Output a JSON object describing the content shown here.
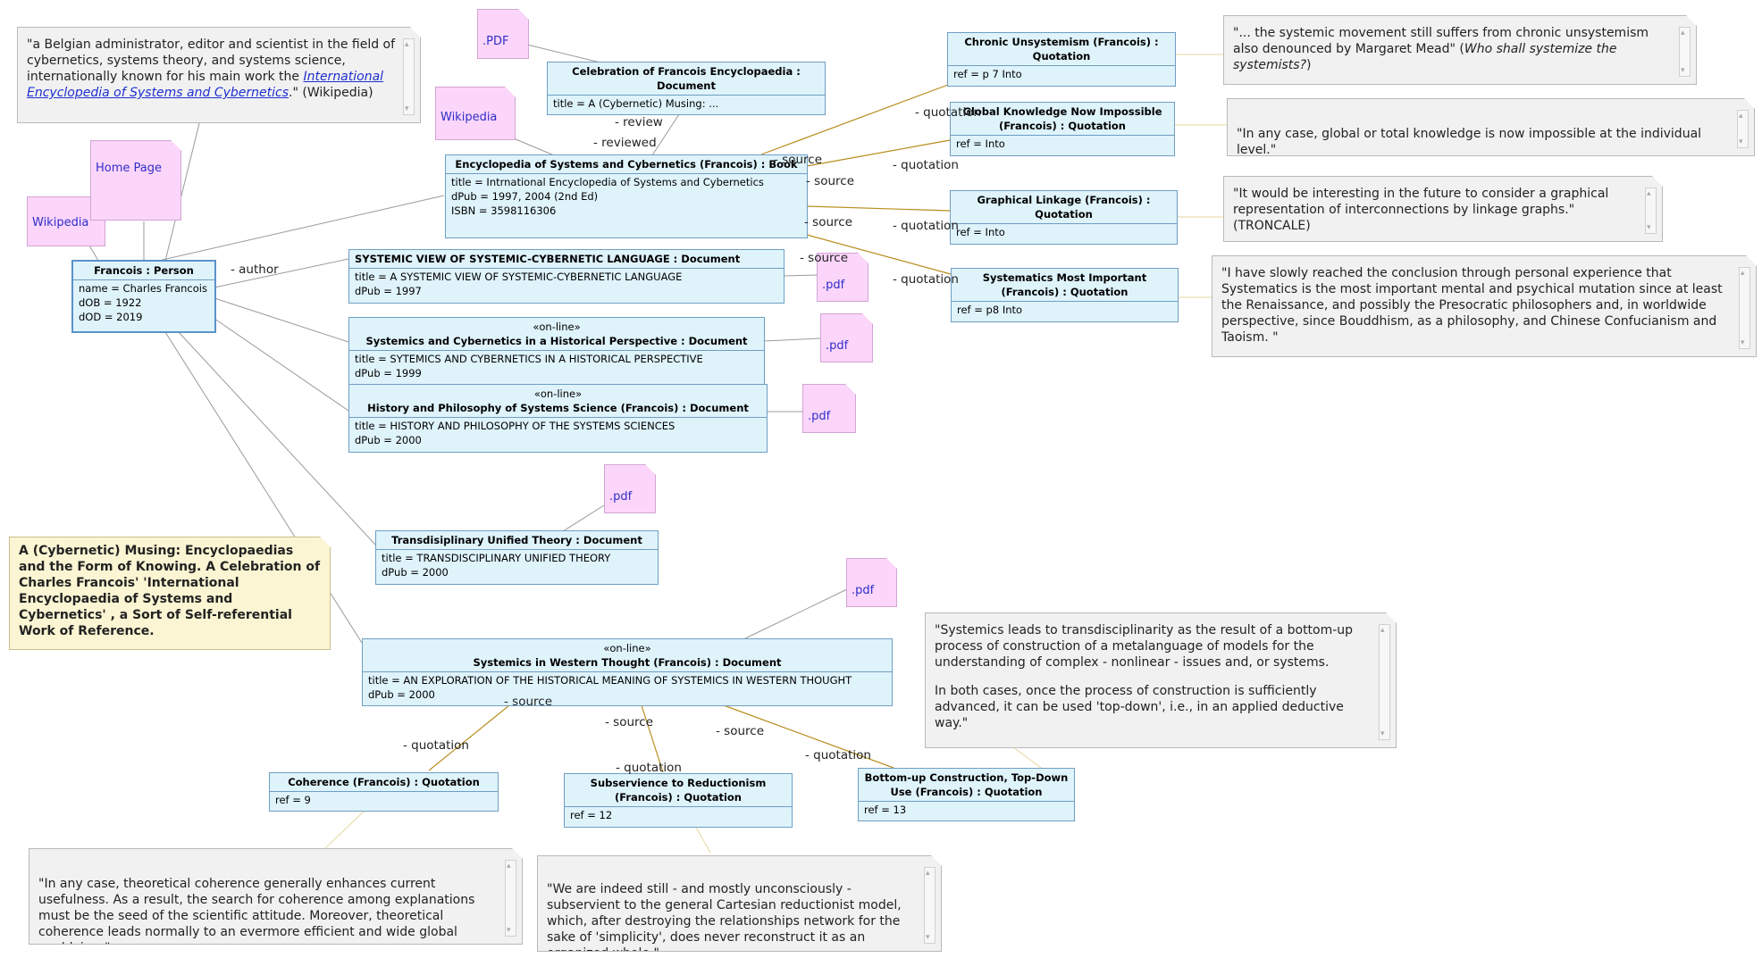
{
  "classes": {
    "person": {
      "title": "Francois : Person",
      "attrs": [
        "name = Charles Francois",
        "dOB = 1922",
        "dOD = 2019"
      ]
    },
    "celebration": {
      "title": "Celebration of Francois Encyclopaedia : Document",
      "attrs": [
        "title = A (Cybernetic) Musing: ..."
      ]
    },
    "encyclopedia": {
      "title": "Encyclopedia of Systems and Cybernetics (Francois) : Book",
      "attrs": [
        "title = Intrnational Encyclopedia of Systems and Cybernetics",
        "dPub = 1997, 2004 (2nd Ed)",
        "ISBN = 3598116306"
      ]
    },
    "systemic_view": {
      "title": "SYSTEMIC VIEW OF SYSTEMIC-CYBERNETIC LANGUAGE : Document",
      "attrs": [
        "title = A SYSTEMIC VIEW OF SYSTEMIC-CYBERNETIC LANGUAGE",
        "dPub = 1997"
      ]
    },
    "historical_persp": {
      "stereo": "«on-line»",
      "title": "Systemics and Cybernetics in a Historical Perspective : Document",
      "attrs": [
        "title = SYTEMICS AND CYBERNETICS IN A HISTORICAL PERSPECTIVE",
        "dPub = 1999"
      ]
    },
    "history_philo": {
      "stereo": "«on-line»",
      "title": "History and Philosophy of Systems Science (Francois) : Document",
      "attrs": [
        "title = HISTORY AND PHILOSOPHY OF THE SYSTEMS SCIENCES",
        "dPub = 2000"
      ]
    },
    "transdisc": {
      "title": "Transdisiplinary Unified Theory : Document",
      "attrs": [
        "title = TRANSDISCIPLINARY UNIFIED THEORY",
        "dPub = 2000"
      ]
    },
    "western": {
      "stereo": "«on-line»",
      "title": "Systemics in Western Thought (Francois) : Document",
      "attrs": [
        "title = AN EXPLORATION OF THE HISTORICAL MEANING OF SYSTEMICS IN WESTERN THOUGHT",
        "dPub = 2000"
      ]
    },
    "q_chronic": {
      "title": "Chronic Unsystemism (Francois) : Quotation",
      "attrs": [
        "ref = p 7 Into"
      ]
    },
    "q_global": {
      "title": "Global Knowledge Now Impossible (Francois) : Quotation",
      "attrs": [
        "ref = Into"
      ]
    },
    "q_graphical": {
      "title": "Graphical Linkage (Francois) : Quotation",
      "attrs": [
        "ref = Into"
      ]
    },
    "q_systematics": {
      "title": "Systematics Most Important (Francois) : Quotation",
      "attrs": [
        "ref = p8 Into"
      ]
    },
    "q_coherence": {
      "title": "Coherence (Francois) : Quotation",
      "attrs": [
        "ref = 9"
      ]
    },
    "q_subservience": {
      "title": "Subservience to Reductionism (Francois) : Quotation",
      "attrs": [
        "ref = 12"
      ]
    },
    "q_bottomup": {
      "title": "Bottom-up Construction, Top-Down Use (Francois) : Quotation",
      "attrs": [
        "ref = 13"
      ]
    }
  },
  "notes": {
    "wiki_quote_a": "\"a Belgian  administrator, editor and scientist in the field of cybernetics, systems theory, and systems science, internationally known for his main work the ",
    "wiki_quote_link": "International Encyclopedia of Systems and Cybernetics",
    "wiki_quote_b": ".\" (Wikipedia)",
    "chronic_a": "\"... the systemic movement still suffers from chronic unsystemism also denounced by Margaret Mead\" (",
    "chronic_em": "Who shall systemize the systemists?",
    "chronic_b": ")",
    "global": "\"In any case, global or total knowledge is now impossible at the individual level.\"",
    "graphical": "\"It would be interesting in the future to consider a graphical representation of interconnections by linkage graphs.\" (TRONCALE)",
    "systematics": "\"I have slowly reached the conclusion through personal experience that Systematics is the most important mental and psychical mutation since at least the Renaissance, and possibly the Presocratic philosophers and, in worldwide perspective, since Bouddhism, as a philosophy, and Chinese Confucianism and Taoism. \"",
    "bottomup_p1": "\"Systemics leads to transdisciplinarity as the result of a bottom-up process of construction of a metalanguage of models for the understanding of complex - nonlinear - issues and, or systems.",
    "bottomup_p2": "In both cases, once the process of construction is sufficiently advanced, it can be used 'top-down', i.e., in an applied deductive way.\"",
    "coherence": "\"In any case, theoretical coherence generally enhances current usefulness. As a result, the search for coherence among explanations must be the seed of the scientific attitude. Moreover, theoretical coherence leads normally to an evermore efficient and wide global worldview.\"",
    "subservience": "\"We are indeed still - and mostly unconsciously - subservient to the general Cartesian reductionist model, which, after destroying the relationships network for the sake of 'simplicity', does never reconstruct it as an organized whole.\"",
    "musing": "A (Cybernetic) Musing:  Encyclopaedias and the Form of  Knowing. A Celebration of Charles Francois' 'International Encyclopaedia of Systems and Cybernetics' , a Sort of Self-referential Work of Reference."
  },
  "links": {
    "pdf_upper": ".PDF",
    "wiki_left": "Wikipedia",
    "home_page": "Home Page",
    "wiki_book": "Wikipedia",
    "pdf": ".pdf"
  },
  "edge_labels": {
    "author": "- author",
    "review": "- review",
    "reviewed": "- reviewed",
    "source": "- source",
    "quotation": "- quotation"
  },
  "colors": {
    "class_fill": "#dff3fb",
    "assoc_line": "#b88e1e",
    "plain_line": "#9a9a9a",
    "note_fill": "#f1f1f1",
    "link_note": "#fcd5fa",
    "title_note": "#fbf5d3"
  }
}
